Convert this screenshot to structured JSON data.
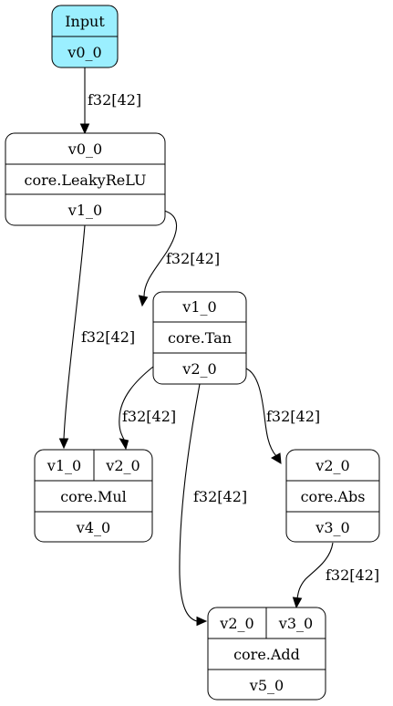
{
  "nodes": {
    "input": {
      "title": "Input",
      "output": "v0_0",
      "fill": "#9befff"
    },
    "leaky": {
      "input": "v0_0",
      "op": "core.LeakyReLU",
      "output": "v1_0"
    },
    "tan": {
      "input": "v1_0",
      "op": "core.Tan",
      "output": "v2_0"
    },
    "mul": {
      "inputs": [
        "v1_0",
        "v2_0"
      ],
      "op": "core.Mul",
      "output": "v4_0"
    },
    "abs": {
      "input": "v2_0",
      "op": "core.Abs",
      "output": "v3_0"
    },
    "add": {
      "inputs": [
        "v2_0",
        "v3_0"
      ],
      "op": "core.Add",
      "output": "v5_0"
    }
  },
  "edges": {
    "input_leaky": "f32[42]",
    "leaky_tan": "f32[42]",
    "leaky_mul": "f32[42]",
    "tan_mul": "f32[42]",
    "tan_add": "f32[42]",
    "tan_abs": "f32[42]",
    "abs_add": "f32[42]"
  }
}
